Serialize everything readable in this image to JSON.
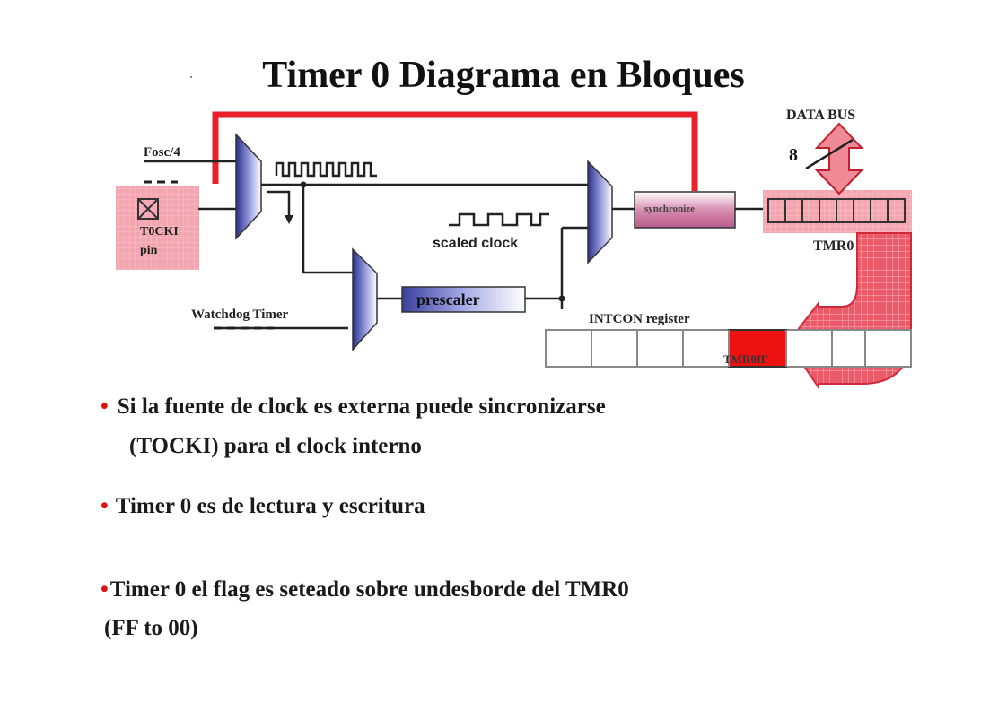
{
  "title": "Timer 0 Diagrama en Bloques",
  "diagram": {
    "fosc_label": "Fosc/4",
    "tocki_pin_label_1": "T0CKI",
    "tocki_pin_label_2": "pin",
    "watchdog_label": "Watchdog Timer",
    "prescaler_label": "prescaler",
    "scaled_clock_label": "scaled clock",
    "synchronize_label": "synchronize",
    "data_bus_label": "DATA BUS",
    "bus_width": "8",
    "tmr0_label": "TMR0",
    "intcon_label": "INTCON register",
    "tmr0if_label": "TMR0IF"
  },
  "bullets": {
    "b1_line1": "Si la fuente de clock es externa puede sincronizarse",
    "b1_line2": "(TOCKI) para el clock interno",
    "b2": "Timer 0 es de lectura y escritura",
    "b3_line1": "Timer 0 el flag es seteado sobre undesborde del TMR0",
    "b3_line2": "(FF to 00)"
  },
  "colors": {
    "bus_red": "#e8202a",
    "pink_block": "#f0a0aa",
    "mux_blue": "#5b5fb8",
    "flag_red": "#ee1111"
  }
}
